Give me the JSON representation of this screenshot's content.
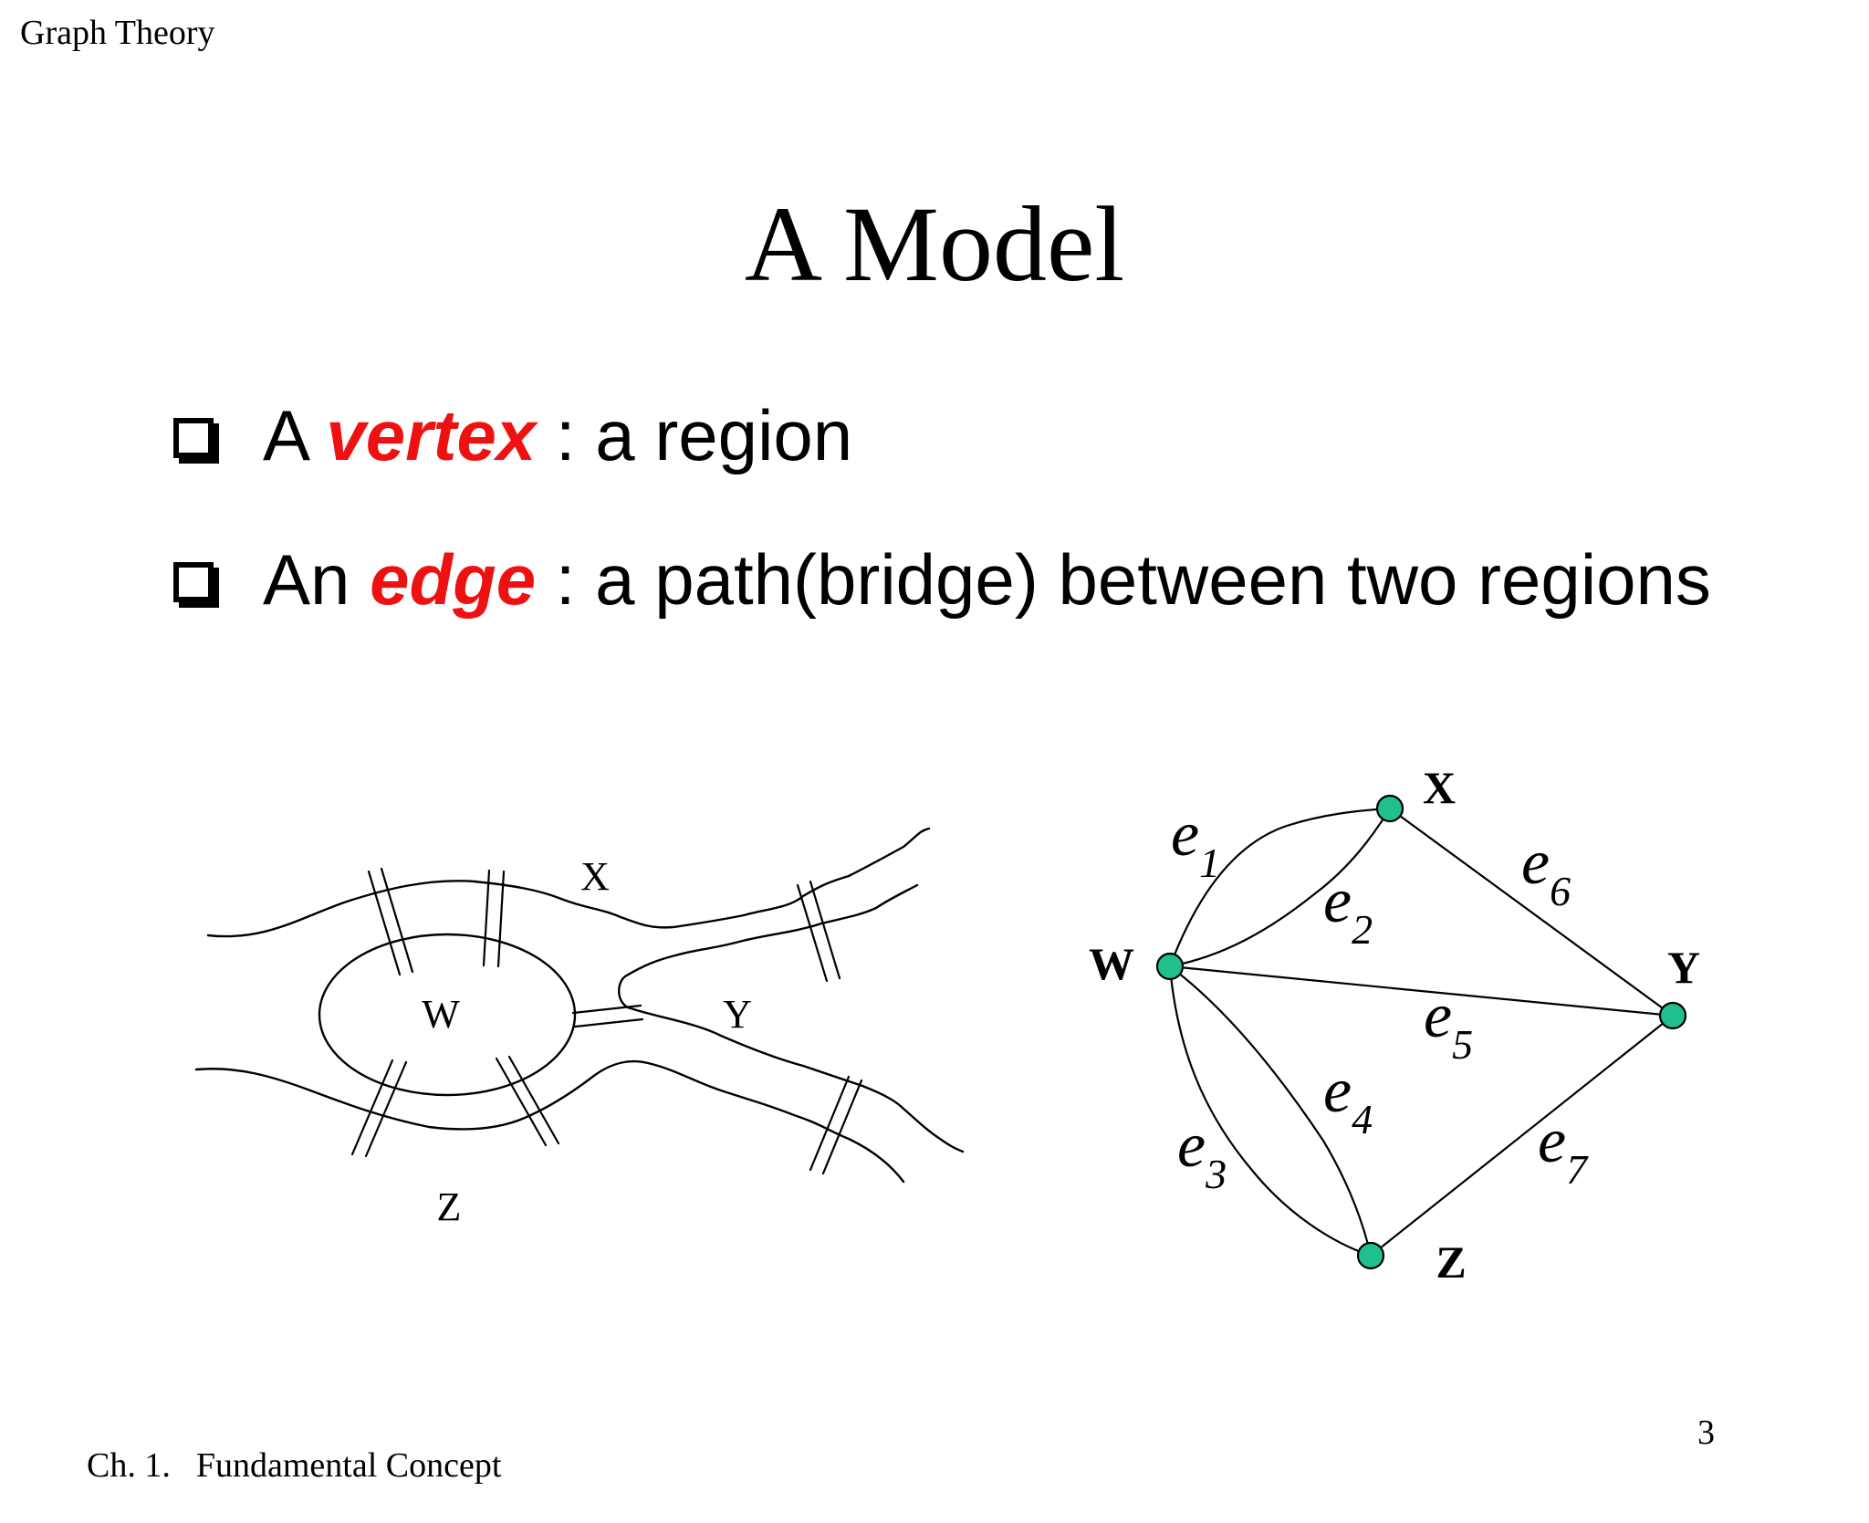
{
  "header": "Graph Theory",
  "title": "A Model",
  "bullets": [
    {
      "prefix": "A ",
      "term": "vertex",
      "rest": " : a region"
    },
    {
      "prefix": "An ",
      "term": "edge",
      "rest": " : a path(bridge) between two regions"
    }
  ],
  "map_labels": {
    "x": "X",
    "w": "W",
    "y": "Y",
    "z": "Z"
  },
  "graph": {
    "vertex_labels": {
      "x": "X",
      "w": "W",
      "y": "Y",
      "z": "Z"
    },
    "edge_labels": [
      {
        "e": "e",
        "sub": "1"
      },
      {
        "e": "e",
        "sub": "2"
      },
      {
        "e": "e",
        "sub": "3"
      },
      {
        "e": "e",
        "sub": "4"
      },
      {
        "e": "e",
        "sub": "5"
      },
      {
        "e": "e",
        "sub": "6"
      },
      {
        "e": "e",
        "sub": "7"
      }
    ],
    "vertex_color": "#1fc08e"
  },
  "footer": {
    "chapter": "Ch. 1.",
    "topic": "Fundamental Concept"
  },
  "page_number": "3"
}
